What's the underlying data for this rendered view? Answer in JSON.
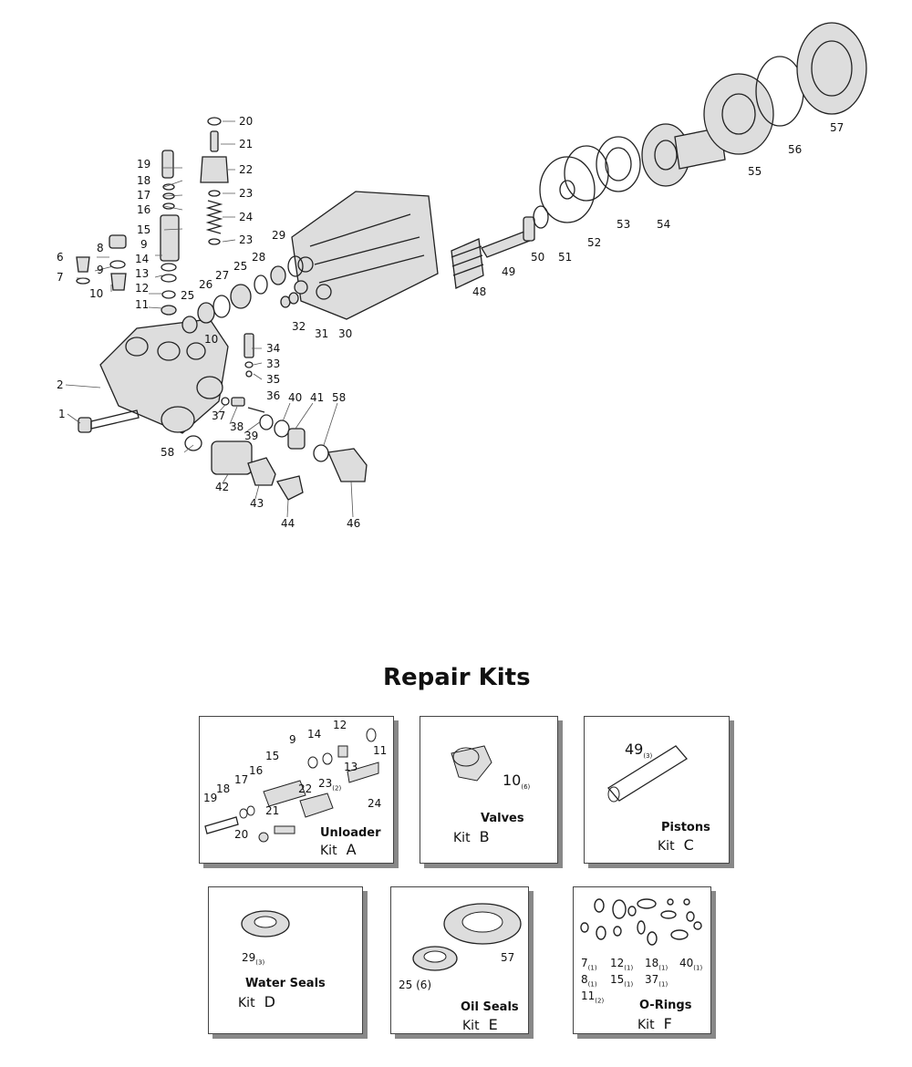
{
  "callouts": {
    "c1": "1",
    "c2": "2",
    "c6": "6",
    "c7": "7",
    "c8": "8",
    "c9a": "9",
    "c9b": "9",
    "c10a": "10",
    "c10b": "10",
    "c11": "11",
    "c12": "12",
    "c13": "13",
    "c14": "14",
    "c15": "15",
    "c16": "16",
    "c17": "17",
    "c18": "18",
    "c19": "19",
    "c20": "20",
    "c21": "21",
    "c22": "22",
    "c23a": "23",
    "c23b": "23",
    "c24": "24",
    "c25a": "25",
    "c25b": "25",
    "c26": "26",
    "c27": "27",
    "c28": "28",
    "c29": "29",
    "c30": "30",
    "c31": "31",
    "c32": "32",
    "c33": "33",
    "c34": "34",
    "c35": "35",
    "c36": "36",
    "c37": "37",
    "c38": "38",
    "c39": "39",
    "c40": "40",
    "c41": "41",
    "c42": "42",
    "c43": "43",
    "c44": "44",
    "c46": "46",
    "c48": "48",
    "c49": "49",
    "c50": "50",
    "c51": "51",
    "c52": "52",
    "c53": "53",
    "c54": "54",
    "c55": "55",
    "c56": "56",
    "c57": "57",
    "c58a": "58",
    "c58b": "58"
  },
  "repair_kits": {
    "title": "Repair Kits",
    "kit_word": "Kit",
    "unloader": {
      "name": "Unloader",
      "letter": "A",
      "parts": [
        "9",
        "14",
        "12",
        "11",
        "15",
        "16",
        "17",
        "18",
        "19",
        "13",
        "22",
        "23",
        "24",
        "21",
        "20"
      ],
      "part_23_qty": "(2)"
    },
    "valves": {
      "name": "Valves",
      "letter": "B",
      "part": "10",
      "qty": "(6)"
    },
    "pistons": {
      "name": "Pistons",
      "letter": "C",
      "part": "49",
      "qty": "(3)"
    },
    "water_seals": {
      "name": "Water Seals",
      "letter": "D",
      "part": "29",
      "qty": "(3)"
    },
    "oil_seals": {
      "name": "Oil Seals",
      "letter": "E",
      "part_a": "57",
      "part_b": "25",
      "part_b_qty": "(6)"
    },
    "o_rings": {
      "name": "O-Rings",
      "letter": "F",
      "items": [
        {
          "part": "7",
          "qty": "(1)"
        },
        {
          "part": "12",
          "qty": "(1)"
        },
        {
          "part": "18",
          "qty": "(1)"
        },
        {
          "part": "40",
          "qty": "(1)"
        },
        {
          "part": "8",
          "qty": "(1)"
        },
        {
          "part": "15",
          "qty": "(1)"
        },
        {
          "part": "37",
          "qty": "(1)"
        },
        {
          "part": "11",
          "qty": "(2)"
        }
      ]
    }
  }
}
